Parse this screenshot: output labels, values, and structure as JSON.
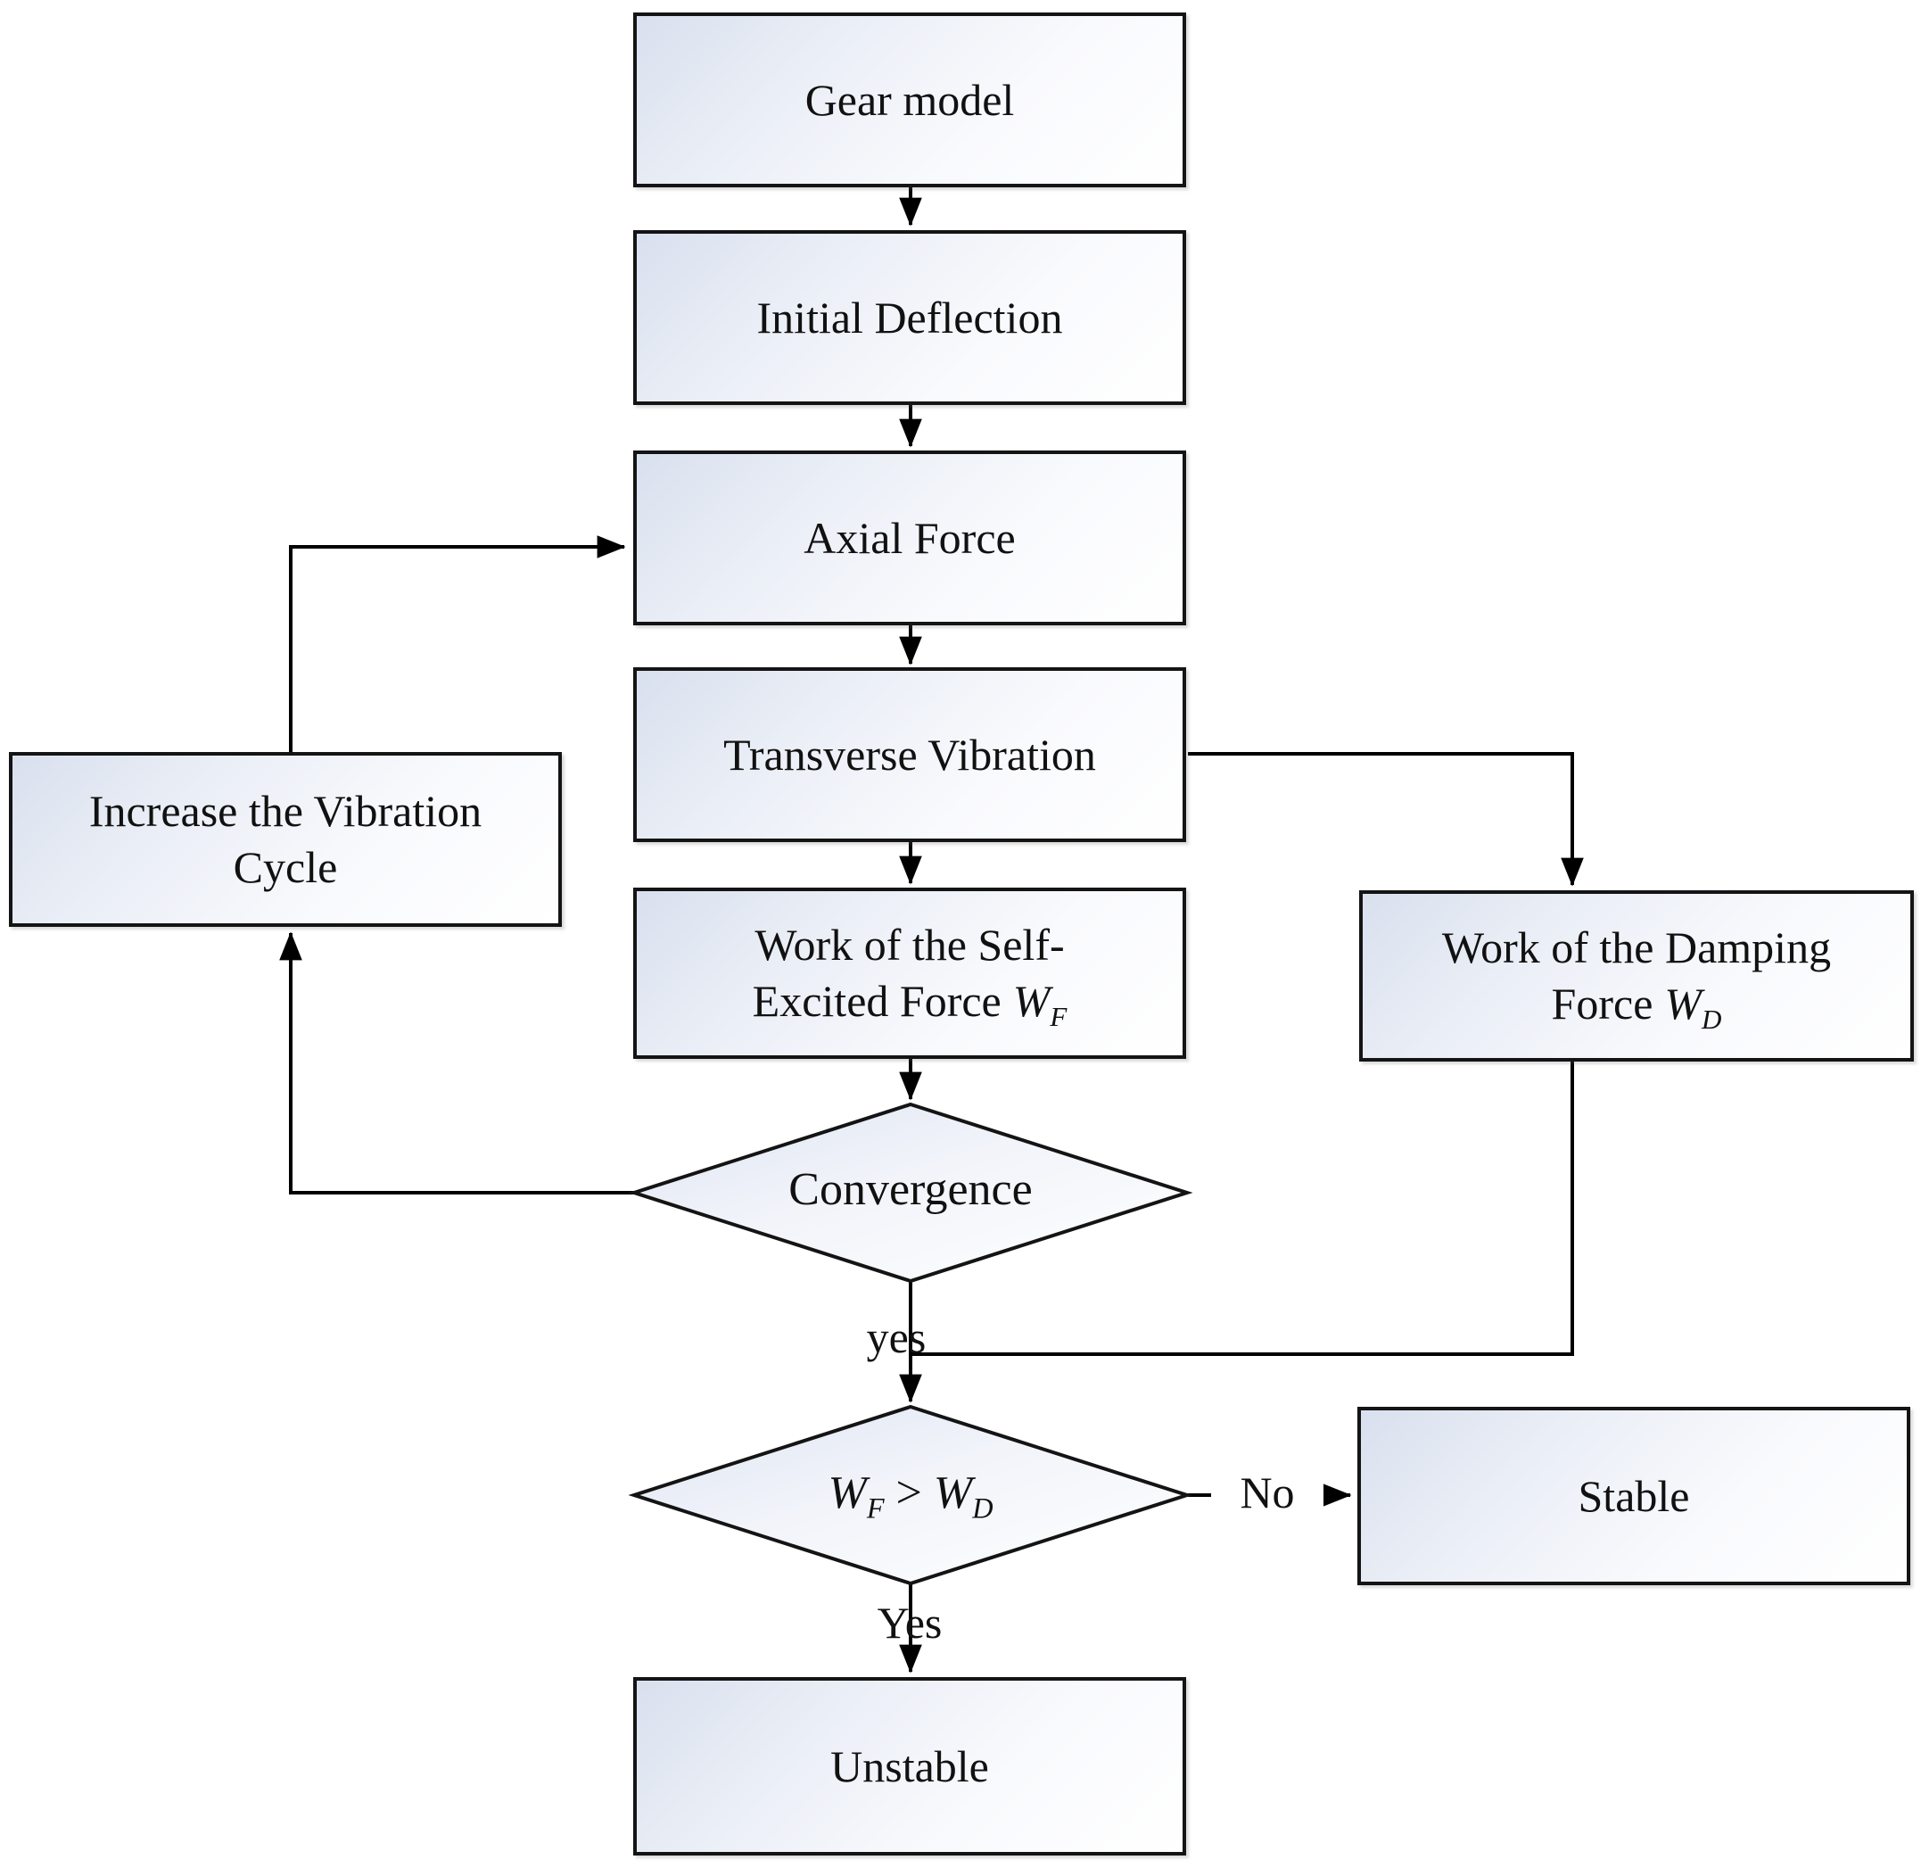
{
  "page": {
    "background": "#ffffff",
    "line_color": "#000000",
    "box_border_color": "#141414",
    "box_fill_start": "#d9e0ee",
    "box_fill_end": "#ffffff"
  },
  "nodes": {
    "gear_model": {
      "label": "Gear model"
    },
    "initial_deflection": {
      "label": "Initial Deflection"
    },
    "axial_force": {
      "label": "Axial Force"
    },
    "transverse_vibration": {
      "label": "Transverse Vibration"
    },
    "work_self_excited": {
      "line1": "Work of the Self-",
      "line2": "Excited Force",
      "var": "W",
      "sub": "F"
    },
    "work_damping": {
      "line1": "Work of the Damping",
      "line2": "Force",
      "var": "W",
      "sub": "D"
    },
    "increase_cycle": {
      "line1": "Increase the Vibration",
      "line2": "Cycle"
    },
    "convergence": {
      "label": "Convergence"
    },
    "comparison": {
      "var1": "W",
      "sub1": "F",
      "op": ">",
      "var2": "W",
      "sub2": "D"
    },
    "stable": {
      "label": "Stable"
    },
    "unstable": {
      "label": "Unstable"
    }
  },
  "edge_labels": {
    "convergence_yes": "yes",
    "comparison_yes": "Yes",
    "comparison_no": "No"
  }
}
